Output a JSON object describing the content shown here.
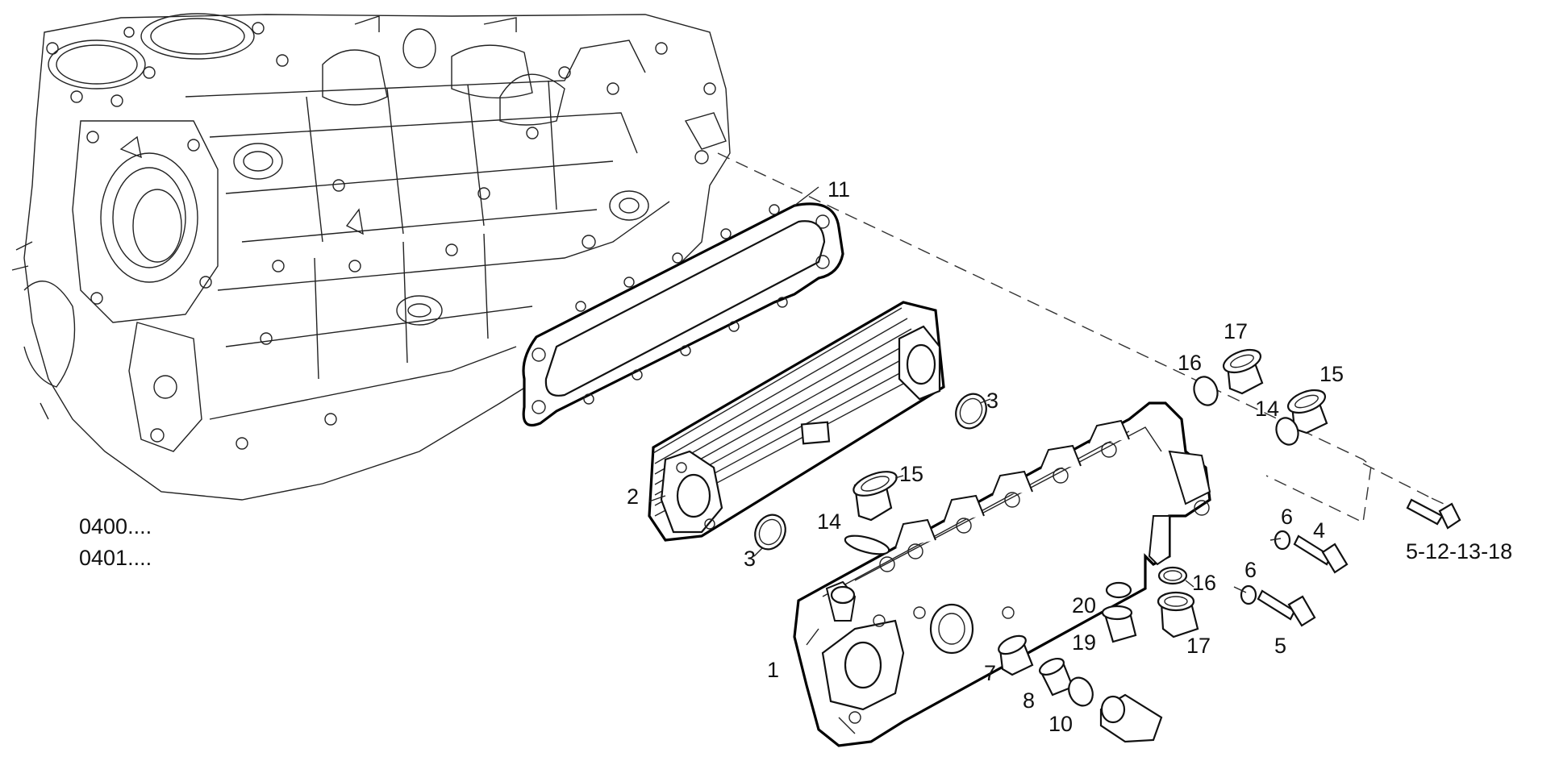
{
  "diagram": {
    "references": [
      "0400....",
      "0401...."
    ],
    "callouts": [
      {
        "id": "c11",
        "text": "11"
      },
      {
        "id": "c3a",
        "text": "3"
      },
      {
        "id": "c2",
        "text": "2"
      },
      {
        "id": "c3b",
        "text": "3"
      },
      {
        "id": "c15a",
        "text": "15"
      },
      {
        "id": "c14a",
        "text": "14"
      },
      {
        "id": "c17a",
        "text": "17"
      },
      {
        "id": "c16a",
        "text": "16"
      },
      {
        "id": "c15b",
        "text": "15"
      },
      {
        "id": "c14b",
        "text": "14"
      },
      {
        "id": "c6a",
        "text": "6"
      },
      {
        "id": "c4",
        "text": "4"
      },
      {
        "id": "c51218",
        "text": "5-12-13-18"
      },
      {
        "id": "c16b",
        "text": "16"
      },
      {
        "id": "c6b",
        "text": "6"
      },
      {
        "id": "c20",
        "text": "20"
      },
      {
        "id": "c19",
        "text": "19"
      },
      {
        "id": "c17b",
        "text": "17"
      },
      {
        "id": "c5",
        "text": "5"
      },
      {
        "id": "c1",
        "text": "1"
      },
      {
        "id": "c7",
        "text": "7"
      },
      {
        "id": "c8",
        "text": "8"
      },
      {
        "id": "c10",
        "text": "10"
      }
    ]
  }
}
